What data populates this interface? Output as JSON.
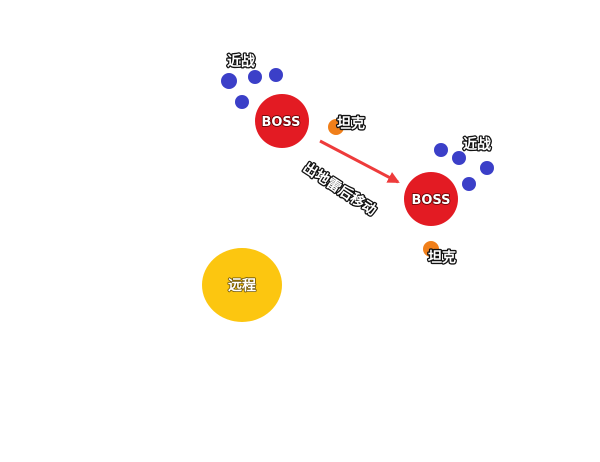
{
  "colors": {
    "boss": "#e31b23",
    "melee": "#3b3fc8",
    "tank": "#f07f1a",
    "ranged": "#fcc610",
    "arrow": "#ee3b3b",
    "label_text": "#ffffff",
    "label_outline": "#111111"
  },
  "labels": {
    "boss_start": "BOSS",
    "boss_end": "BOSS",
    "melee_start": "近战",
    "melee_end": "近战",
    "tank_start": "坦克",
    "tank_end": "坦克",
    "ranged": "远程",
    "arrow_caption": "出地雷后移动"
  }
}
